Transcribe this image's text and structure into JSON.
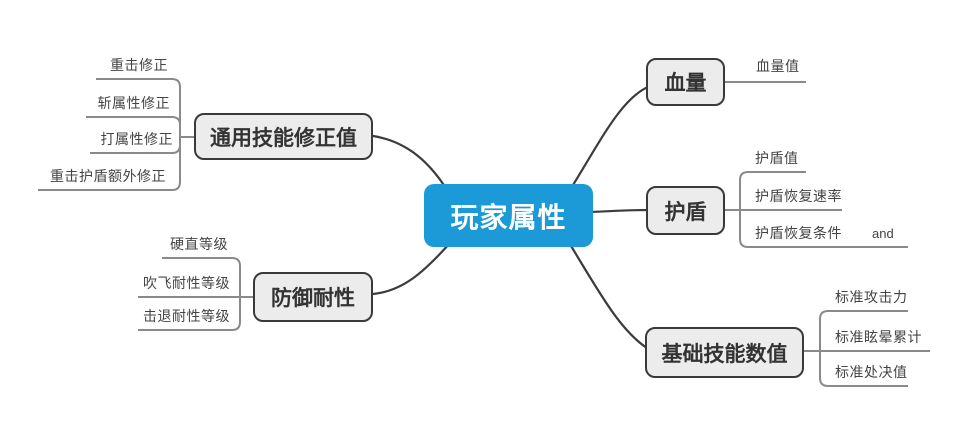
{
  "palette": {
    "center_fill": "#1b9ad7",
    "center_text_color": "#ffffff",
    "branch_fill": "#ececec",
    "branch_border": "#3a3a3a",
    "branch_text_color": "#333333",
    "leaf_text_color": "#444444",
    "main_connector_color": "#3c3c3c",
    "leaf_connector_color": "#8a8a8a",
    "canvas_bg": "#ffffff"
  },
  "center": {
    "label": "玩家属性"
  },
  "branches": {
    "general": {
      "label": "通用技能修正值",
      "children": [
        {
          "label": "重击修正"
        },
        {
          "label": "斩属性修正"
        },
        {
          "label": "打属性修正"
        },
        {
          "label": "重击护盾额外修正"
        }
      ]
    },
    "defense": {
      "label": "防御耐性",
      "children": [
        {
          "label": "硬直等级"
        },
        {
          "label": "吹飞耐性等级"
        },
        {
          "label": "击退耐性等级"
        }
      ]
    },
    "health": {
      "label": "血量",
      "children": [
        {
          "label": "血量值"
        }
      ]
    },
    "shield": {
      "label": "护盾",
      "children": [
        {
          "label": "护盾值"
        },
        {
          "label": "护盾恢复速率"
        },
        {
          "label": "护盾恢复条件"
        },
        {
          "label": "and"
        }
      ]
    },
    "base": {
      "label": "基础技能数值",
      "children": [
        {
          "label": "标准攻击力"
        },
        {
          "label": "标准眩晕累计"
        },
        {
          "label": "标准处决值"
        }
      ]
    }
  }
}
